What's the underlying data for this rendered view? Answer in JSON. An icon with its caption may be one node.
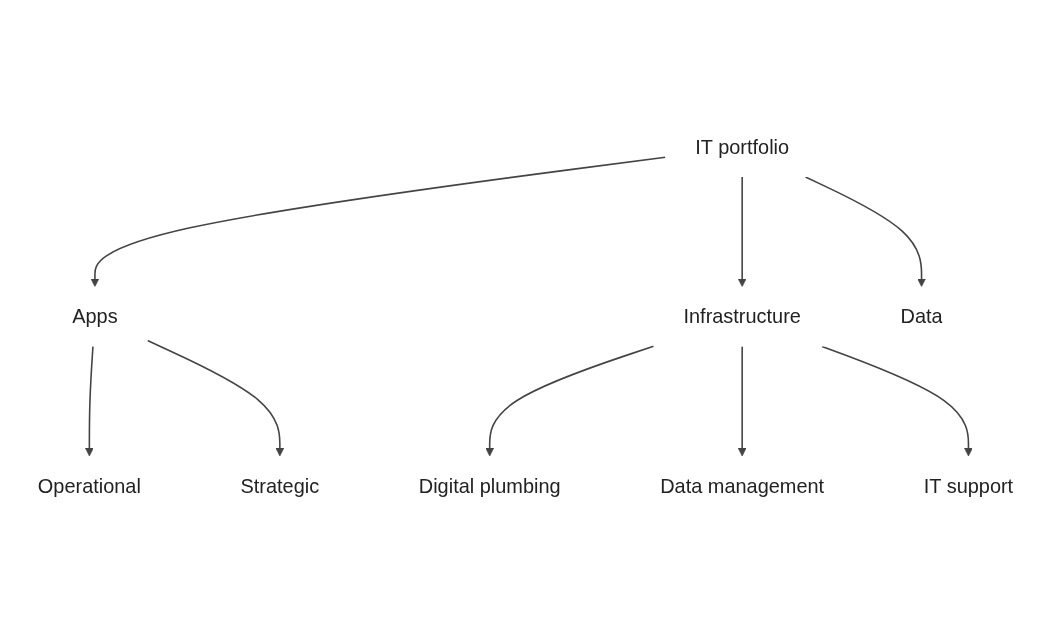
{
  "diagram": {
    "nodes": [
      {
        "text": [
          "IT portfolio"
        ]
      },
      {
        "text": [
          "Apps"
        ]
      },
      {
        "text": [
          "Infrastructure"
        ]
      },
      {
        "text": [
          "Data"
        ]
      },
      {
        "text": [
          "Operational"
        ]
      },
      {
        "text": [
          "Strategic"
        ]
      },
      {
        "text": [
          "Digital plumbing"
        ]
      },
      {
        "text": [
          "Data management"
        ]
      },
      {
        "text": [
          "IT support"
        ]
      }
    ],
    "edges": [
      {
        "from": 0,
        "to": 1,
        "arrow": "to"
      },
      {
        "from": 0,
        "to": 2,
        "arrow": "to"
      },
      {
        "from": 0,
        "to": 3,
        "arrow": "to"
      },
      {
        "from": 1,
        "to": 4,
        "arrow": "to"
      },
      {
        "from": 1,
        "to": 5,
        "arrow": "to"
      },
      {
        "from": 2,
        "to": 6,
        "arrow": "to"
      },
      {
        "from": 2,
        "to": 7,
        "arrow": "to"
      },
      {
        "from": 2,
        "to": 8,
        "arrow": "to"
      }
    ]
  }
}
